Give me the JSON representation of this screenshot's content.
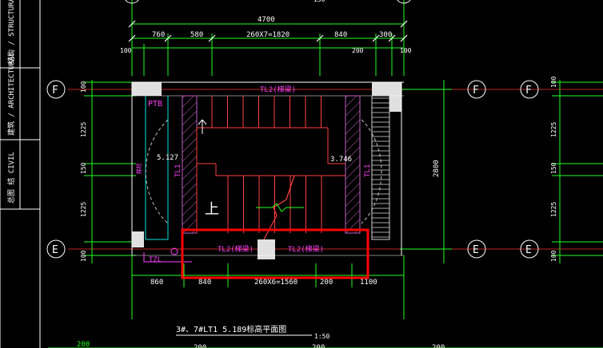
{
  "colors": {
    "background": "#000000",
    "dimension": "#ffffff",
    "grid_line_red": "#ff3030",
    "green": "#20ff20",
    "cyan": "#00e5e5",
    "magenta": "#ff40ff",
    "highlight_box": "#ff0000",
    "wall_fill": "#e0e0e0",
    "hatch": "#c060c0"
  },
  "title_block": {
    "structural": "结构 / STRUCTURAL",
    "architectural": "建筑 / ARCHITECTURAL",
    "civil": "总图 结 CIVIL"
  },
  "dimensions_top": {
    "overall": "4700",
    "segment_760": "760",
    "segment_580": "580",
    "treads": "260X7=1820",
    "segment_840": "840",
    "segment_300": "300",
    "left_100": "100",
    "right_100": "100",
    "inner_200": "200",
    "top_cut": "150"
  },
  "dimensions_bottom": {
    "segment_860": "860",
    "segment_840": "840",
    "treads": "260X6=1560",
    "segment_200": "200",
    "segment_1100": "1100"
  },
  "dimensions_left": {
    "d100_top": "100",
    "d1225_top": "1225",
    "d150": "150",
    "d1225_bot": "1225",
    "d100_bot": "100"
  },
  "dimensions_right": {
    "overall": "2800"
  },
  "axes": {
    "F": "F",
    "E": "E"
  },
  "labels": {
    "tl2_top": "TL2(梯梁)",
    "tl2_bottom_left": "TL2(梯梁)",
    "tl2_bottom_right": "TL2(梯梁)",
    "ptb": "PTB",
    "elev_left": "5.127",
    "elev_right": "3.746",
    "tl1_left": "TL1",
    "tl1_right": "TL1",
    "up": "上",
    "tzl": "TZL",
    "side_note": "梯柱",
    "caption": "3#、7#LT1 5.189标高平面图",
    "caption_scale": "1:50"
  },
  "bottom_row": {
    "d200_left": "200",
    "d200_a": "200",
    "d200_b": "200",
    "d200_c": "200"
  }
}
